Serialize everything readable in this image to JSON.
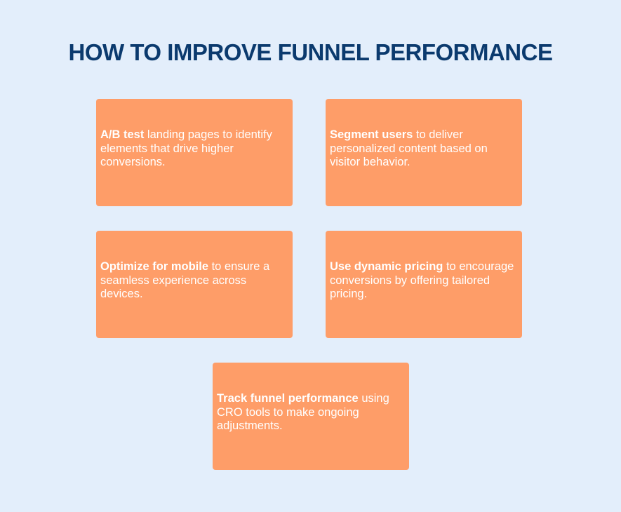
{
  "title": "HOW TO IMPROVE FUNNEL PERFORMANCE",
  "colors": {
    "background": "#e3eefb",
    "title": "#0b3a6e",
    "card": "#fe9d68",
    "card_text": "#ffffff"
  },
  "tips": [
    {
      "bold": "A/B test",
      "rest": " landing pages to identify elements that drive higher conversions."
    },
    {
      "bold": "Segment users",
      "rest": " to deliver personalized content based on visitor behavior."
    },
    {
      "bold": "Optimize for mobile",
      "rest": " to ensure a seamless experience across devices."
    },
    {
      "bold": "Use dynamic pricing",
      "rest": " to encourage conversions by offering tailored pricing."
    },
    {
      "bold": "Track funnel performance",
      "rest": " using CRO tools to make ongoing adjustments."
    }
  ]
}
